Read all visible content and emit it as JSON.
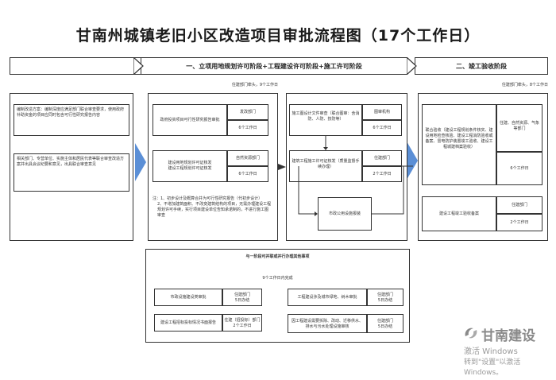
{
  "title": "甘南州城镇老旧小区改造项目审批流程图（17个工作日）",
  "phase1": {
    "label": "一、立项用地规划许可阶段+工程建设许可阶段+施工许可阶段"
  },
  "phase2": {
    "label": "二、竣工验收阶段"
  },
  "left": {
    "box1": "编制改造方案：编制深度应满足部门联合审查要求，使用政府补助资金的项目应同时包含可行性研究报告内容",
    "box2": "相关部门、专营单位、实施主体和居民代表等联合审查改造方案并出具会议纪要和意见，出具联合审查意见"
  },
  "col1": {
    "header": "住建部门牵头，9个工作日",
    "item1": {
      "label": "政府投资项目可行性研究报告审批",
      "dept": "发改部门",
      "days": "6个工作日"
    },
    "item2": {
      "label1": "建设用地规划许可证核发",
      "label2": "建设工程规划许可证核发",
      "dept": "自然资源部门",
      "days": "6个工作日"
    },
    "note1": "注：1、初步设计及概算合并为可行性研究报告（代初步设计）",
    "note2": "2、不增加建筑面积、不改变建筑结构的项目，无需办理建设工程规划许可手续，实行项目建设单位告知承诺制的，不进行施工图审查"
  },
  "col2": {
    "item1": {
      "label": "施工图设计文件审查（联合图审：含消防、人防、技防等）",
      "dept": "图审机构",
      "days": "6个工作日"
    },
    "item2": {
      "label": "建筑工程施工许可证核发（质量监督手续办理）",
      "dept": "住建部门",
      "days": "2个工作日"
    },
    "item3": {
      "label": "市政公用设施报装"
    }
  },
  "col3": {
    "header": "住建部门牵头，8个工作日",
    "item1": {
      "label": "联合验收（建设工程规划条件核实、建设用地检查核验、建设工程消防验收或备案、雷电防护装置竣工验收、建设工程城建档案验收）",
      "dept": "住建、自然资源、气象等部门",
      "days": "6个工作日"
    },
    "item2": {
      "label": "建设工程竣工验收备案",
      "dept": "住建部门",
      "days": "2个工作日"
    }
  },
  "bottom": {
    "header": "与一阶段可并联或并行办理其他事项",
    "days_note": "9个工作日内完成",
    "items": [
      {
        "label": "市政设施建设类审批",
        "dept": "住建部门",
        "days": "5日办结"
      },
      {
        "label": "工程建设涉及城市绿地、树木审批",
        "dept": "住建部门",
        "days": "5日办结"
      },
      {
        "label": "建设工程招标投标情况书面报告",
        "dept": "住建（招投标）部门",
        "days": "2个工作日"
      },
      {
        "label": "因工程建设需要拆除、改动、迁移供水、排水与污水处理设施审核",
        "dept": "住建部门",
        "days": "5日办结"
      }
    ]
  },
  "watermark": {
    "brand": "甘南建设",
    "line1": "激活 Windows",
    "line2": "转到\"设置\"以激活 Windows。"
  },
  "colors": {
    "arrow": "#5b8fd6",
    "border": "#333333"
  }
}
